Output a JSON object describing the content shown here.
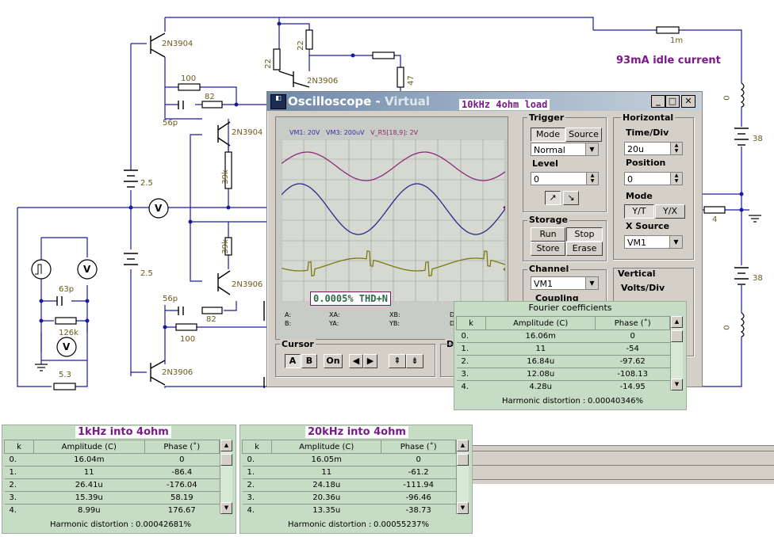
{
  "schematic": {
    "components": {
      "q_top_left": "2N3904",
      "q_top_right": "2N3906",
      "q_mid_upper": "2N3904",
      "q_mid_lower": "2N3906",
      "q_bottom_left": "2N3906",
      "r_22a": "22",
      "r_22b": "22",
      "r_100_top": "100",
      "r_82_top": "82",
      "c_56p_top": "56p",
      "r_39k_top": "39k",
      "r_47": "47",
      "v_25_top": "2.5",
      "v_25_bottom": "2.5",
      "r_39k_bottom": "39k",
      "c_56p_bottom": "56p",
      "r_82_bottom": "82",
      "r_100_bottom": "100",
      "c_63p": "63p",
      "r_126k": "126k",
      "r_53": "5.3",
      "r_1m": "1m",
      "r_0_top": "0",
      "v_38_top": "38",
      "r_4": "4",
      "v_38_bottom": "38",
      "r_0_bottom": "0",
      "meter_v": "V"
    },
    "idle_note": "93mA idle current"
  },
  "oscilloscope": {
    "title": "Oscilloscope - ",
    "title_suffix": "Virtual",
    "note": "10kHz 4ohm load",
    "channels_header": {
      "vm1": "VM1: 20V",
      "vm3": "VM3: 200uV",
      "vr5": "V_R5[18,9]: 2V"
    },
    "thd_note": "0.0005% THD+N",
    "readouts": {
      "a": "A:",
      "b": "B:",
      "xa": "XA:",
      "ya": "YA:",
      "xb": "XB:",
      "yb": "YB:",
      "d1": "D",
      "d2": "D"
    },
    "trigger": {
      "title": "Trigger",
      "mode_label": "Mode",
      "source_label": "Source",
      "mode_value": "Normal",
      "level_label": "Level",
      "level_value": "0"
    },
    "horizontal": {
      "title": "Horizontal",
      "time_label": "Time/Div",
      "time_value": "20u",
      "position_label": "Position",
      "position_value": "0",
      "mode_label": "Mode",
      "yt": "Y/T",
      "yx": "Y/X",
      "xsource_label": "X Source",
      "xsource_value": "VM1"
    },
    "storage": {
      "title": "Storage",
      "run": "Run",
      "stop": "Stop",
      "store": "Store",
      "erase": "Erase"
    },
    "channel": {
      "title": "Channel",
      "value": "VM1",
      "coupling": "Coupling"
    },
    "vertical": {
      "title": "Vertical",
      "volts_label": "Volts/Div"
    },
    "cursor": {
      "title": "Cursor",
      "a": "A",
      "b": "B",
      "on": "On",
      "d_label": "D"
    }
  },
  "fourier_tables": [
    {
      "title": "Fourier coefficients",
      "headers": [
        "k",
        "Amplitude (C)",
        "Phase (˚)"
      ],
      "rows": [
        [
          "0.",
          "16.06m",
          "0"
        ],
        [
          "1.",
          "11",
          "-54"
        ],
        [
          "2.",
          "16.84u",
          "-97.62"
        ],
        [
          "3.",
          "12.08u",
          "-108.13"
        ],
        [
          "4.",
          "4.28u",
          "-14.95"
        ]
      ],
      "hd_label": "Harmonic distortion :",
      "hd_value": "0.00040346%"
    },
    {
      "title": "1kHz into 4ohm",
      "headers": [
        "k",
        "Amplitude (C)",
        "Phase (˚)"
      ],
      "rows": [
        [
          "0.",
          "16.04m",
          "0"
        ],
        [
          "1.",
          "11",
          "-86.4"
        ],
        [
          "2.",
          "26.41u",
          "-176.04"
        ],
        [
          "3.",
          "15.39u",
          "58.19"
        ],
        [
          "4.",
          "8.99u",
          "176.67"
        ]
      ],
      "hd_label": "Harmonic distortion :",
      "hd_value": "0.00042681%"
    },
    {
      "title": "20kHz into 4ohm",
      "headers": [
        "k",
        "Amplitude (C)",
        "Phase (˚)"
      ],
      "rows": [
        [
          "0.",
          "16.05m",
          "0"
        ],
        [
          "1.",
          "11",
          "-61.2"
        ],
        [
          "2.",
          "24.18u",
          "-111.94"
        ],
        [
          "3.",
          "20.36u",
          "-96.46"
        ],
        [
          "4.",
          "13.35u",
          "-38.73"
        ]
      ],
      "hd_label": "Harmonic distortion :",
      "hd_value": "0.00055237%"
    }
  ],
  "colors": {
    "wire": "#1a1aa0",
    "component": "#000000",
    "label": "#6a5a18",
    "note": "#7a1a8a",
    "trace_ch1": "#8a2a7a",
    "trace_ch2": "#2a2a8a",
    "trace_ch3": "#7a7a10",
    "table_bg": "#c6dcc4"
  }
}
